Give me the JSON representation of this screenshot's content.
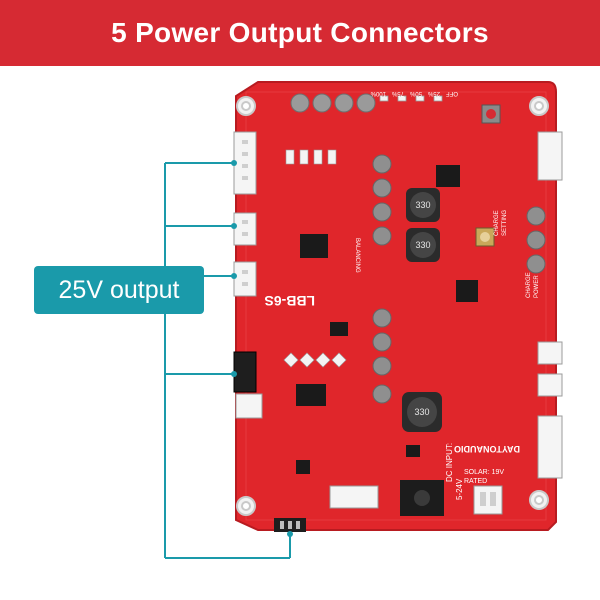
{
  "banner": {
    "title": "5 Power Output Connectors"
  },
  "callout": {
    "label": "25V output"
  },
  "board": {
    "model": "LBB-6S",
    "brand": "DAYTONAUDIO",
    "inductor_code": "330",
    "dc_input": "DC INPUT: 5-24V",
    "solar": "SOLAR: 19V RATED",
    "charge_power": "CHARGE POWER",
    "charge_setting": "CHARGE SETTING",
    "balancing": "BALANCING",
    "battery_levels": [
      "100%",
      "75%",
      "50%",
      "25%",
      "OFF"
    ]
  },
  "colors": {
    "banner": "#d62a33",
    "callout": "#1a9aaa",
    "pcb": "#e0262b",
    "leader": "#1a9aaa"
  }
}
